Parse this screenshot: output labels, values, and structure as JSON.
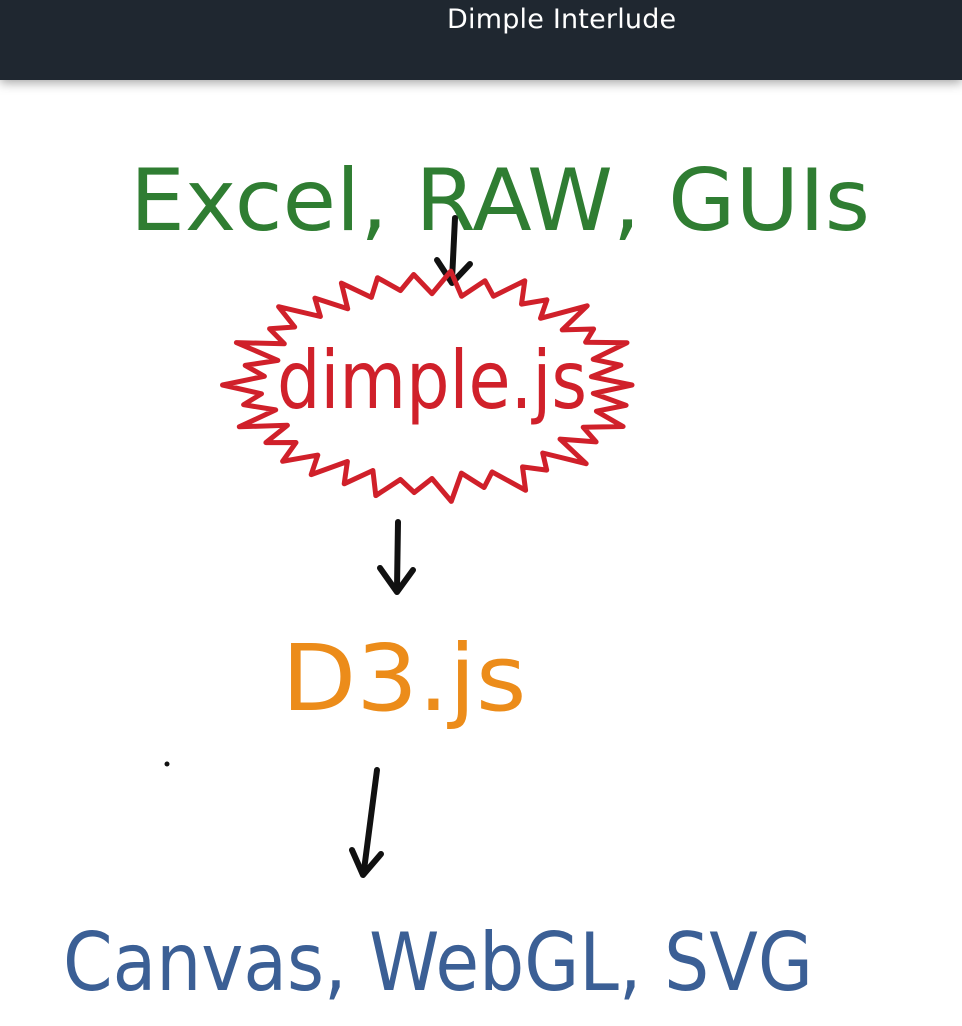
{
  "header": {
    "title": "Dimple Interlude"
  },
  "diagram": {
    "nodes": [
      {
        "id": "sources",
        "label": "Excel, RAW, GUIs",
        "color": "#2f7d32"
      },
      {
        "id": "dimple",
        "label": "dimple.js",
        "color": "#d0202a",
        "shape": "starburst"
      },
      {
        "id": "d3",
        "label": "D3.js",
        "color": "#ec8c1a"
      },
      {
        "id": "targets",
        "label": "Canvas, WebGL, SVG",
        "color": "#3b5f95"
      }
    ],
    "edges": [
      {
        "from": "sources",
        "to": "dimple"
      },
      {
        "from": "dimple",
        "to": "d3"
      },
      {
        "from": "d3",
        "to": "targets"
      }
    ],
    "arrow_color": "#111111"
  }
}
